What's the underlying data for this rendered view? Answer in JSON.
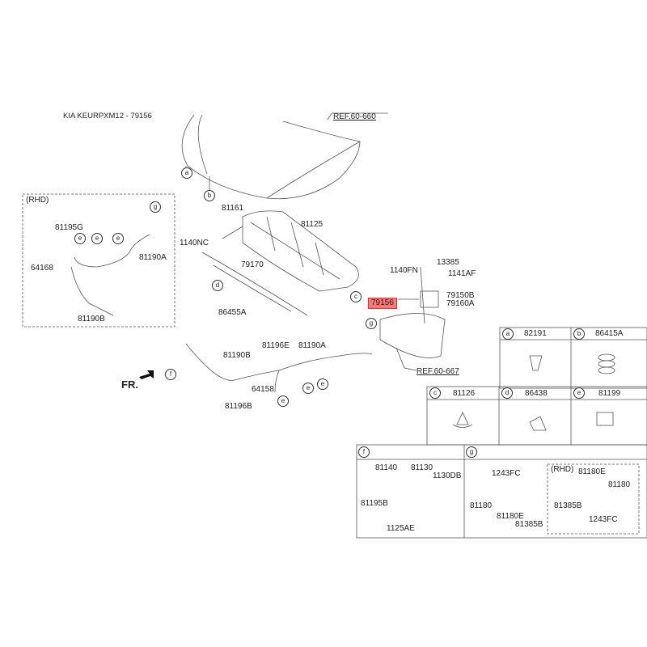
{
  "title": "KIA KEURPXM12 - 79156",
  "refs": {
    "hood": "REF.60-660",
    "cowl": "REF.60-667"
  },
  "highlighted_part": "79156",
  "front_label": "FR.",
  "rhd_label": "(RHD)",
  "main_labels": {
    "p81161": "81161",
    "p81125": "81125",
    "p1140NC": "1140NC",
    "p79170": "79170",
    "p86455A": "86455A",
    "p1140FN": "1140FN",
    "p13385": "13385",
    "p1141AF": "1141AF",
    "p79150B": "79150B",
    "p79160A": "79160A",
    "p81190B": "81190B",
    "p81196E": "81196E",
    "p81190A": "81190A",
    "p64158": "64158",
    "p81196B": "81196B"
  },
  "rhd_box_labels": {
    "p81195G": "81195G",
    "p64168": "64168",
    "p81190A": "81190A",
    "p81190B": "81190B"
  },
  "callouts": {
    "a": "a",
    "b": "b",
    "c": "c",
    "d": "d",
    "e": "e",
    "f": "f",
    "g": "g"
  },
  "legend_table": [
    {
      "key": "a",
      "part": "82191"
    },
    {
      "key": "b",
      "part": "86415A"
    },
    {
      "key": "c",
      "part": "81126"
    },
    {
      "key": "d",
      "part": "86438"
    },
    {
      "key": "e",
      "part": "81199"
    }
  ],
  "detail_f": {
    "key": "f",
    "labels": [
      "81140",
      "81130",
      "1130DB",
      "81195B",
      "1125AE"
    ]
  },
  "detail_g": {
    "key": "g",
    "labels": [
      "1243FC",
      "81180",
      "81180E",
      "81385B"
    ],
    "rhd_label": "(RHD)",
    "rhd_labels": [
      "81180E",
      "81180",
      "81385B",
      "1243FC"
    ]
  }
}
